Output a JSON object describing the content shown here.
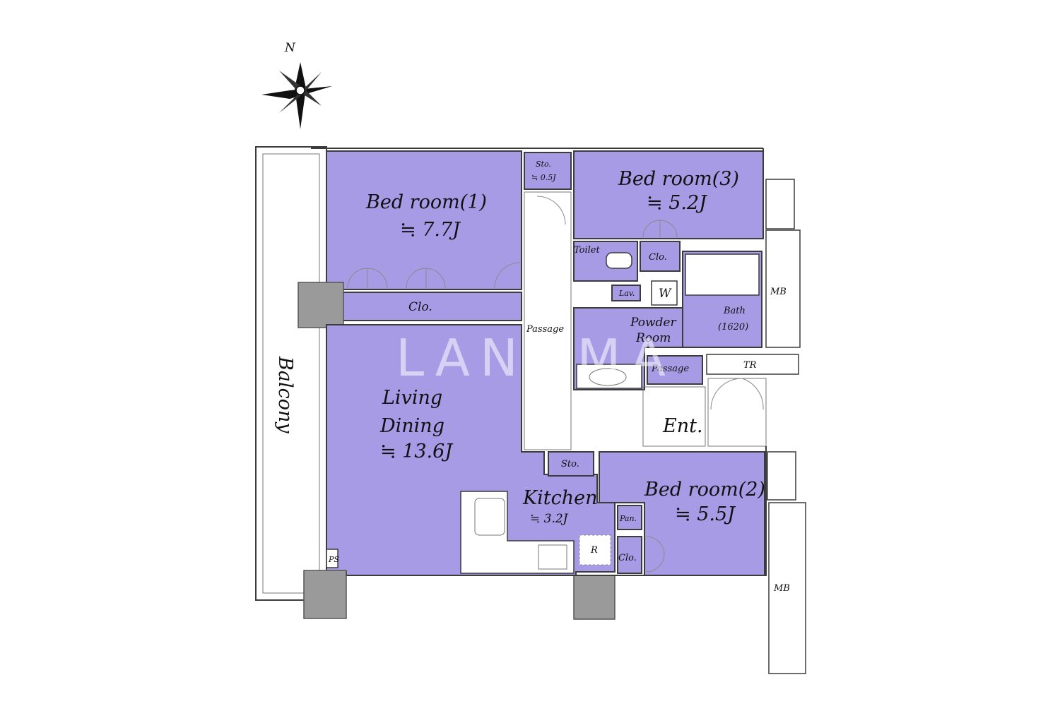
{
  "compass": {
    "north_label": "N"
  },
  "rooms": {
    "bedroom1": {
      "name": "Bed room(1)",
      "size": "≒ 7.7J"
    },
    "bedroom2": {
      "name": "Bed room(2)",
      "size": "≒ 5.5J"
    },
    "bedroom3": {
      "name": "Bed room(3)",
      "size": "≒ 5.2J"
    },
    "living": {
      "name1": "Living",
      "name2": "Dining",
      "size": "≒ 13.6J"
    },
    "kitchen": {
      "name": "Kitchen",
      "size": "≒ 3.2J"
    },
    "storage_top": {
      "name": "Sto.",
      "size": "≒ 0.5J"
    },
    "storage_kitchen": "Sto.",
    "closet_main": "Clo.",
    "closet_b3": "Clo.",
    "closet_b2": "Clo.",
    "pantry": "Pan.",
    "toilet": "Toilet",
    "lavatory": "Lav.",
    "washer": "W",
    "powder": {
      "line1": "Powder",
      "line2": "Room"
    },
    "bath": {
      "line1": "Bath",
      "line2": "(1620)"
    },
    "passage_main": "Passage",
    "passage_small": "Passage",
    "trunk_room": "TR",
    "entrance": "Ent.",
    "meter_box_upper": "MB",
    "meter_box_lower": "MB",
    "balcony": "Balcony",
    "refrigerator": "R",
    "pipe_space": "PS"
  },
  "watermark": "LANDMA",
  "colors": {
    "room_fill": "#a79be6",
    "wall": "#3c3c3c",
    "column": "#9a9a9a"
  }
}
